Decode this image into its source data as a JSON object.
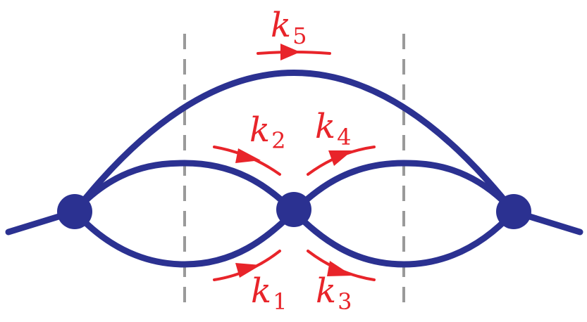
{
  "colors": {
    "propagator": "#2b3191",
    "vertex": "#2b3191",
    "momentum": "#e8242a",
    "cut": "#9a9a9a",
    "background": "#ffffff"
  },
  "momenta": [
    {
      "id": "k1",
      "symbol": "k",
      "sub": "1"
    },
    {
      "id": "k2",
      "symbol": "k",
      "sub": "2"
    },
    {
      "id": "k3",
      "symbol": "k",
      "sub": "3"
    },
    {
      "id": "k4",
      "symbol": "k",
      "sub": "4"
    },
    {
      "id": "k5",
      "symbol": "k",
      "sub": "5"
    }
  ]
}
